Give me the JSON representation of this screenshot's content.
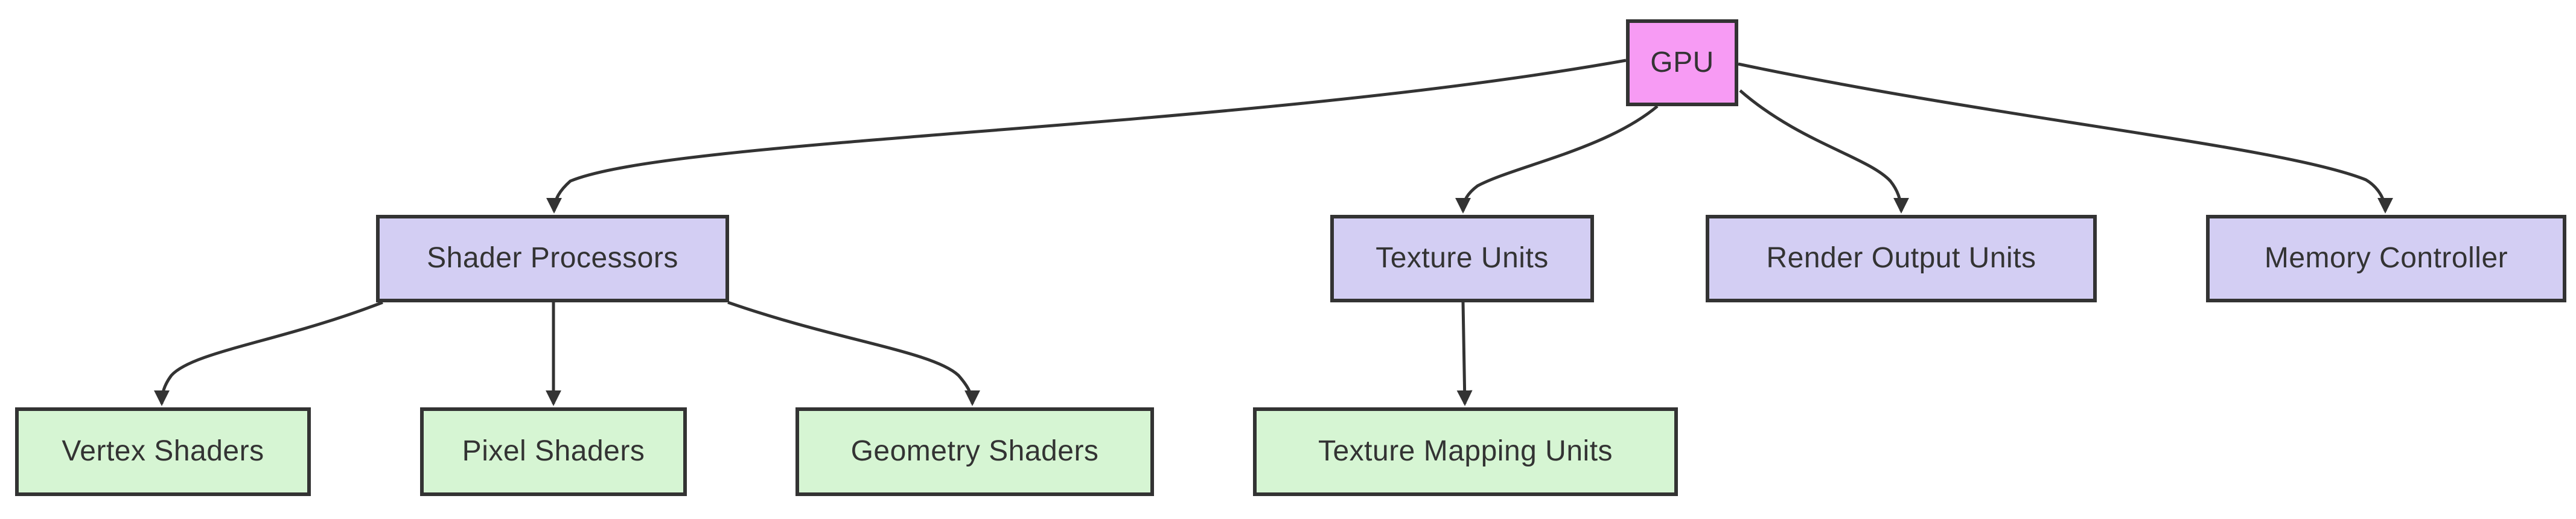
{
  "diagram": {
    "type": "flowchart",
    "direction": "top-down",
    "nodes": [
      {
        "id": "gpu",
        "label": "GPU",
        "level": "root",
        "fill": "#f79bf4"
      },
      {
        "id": "shader-processors",
        "label": "Shader Processors",
        "level": "mid",
        "fill": "#d3cef3"
      },
      {
        "id": "texture-units",
        "label": "Texture Units",
        "level": "mid",
        "fill": "#d3cef3"
      },
      {
        "id": "render-output-units",
        "label": "Render Output Units",
        "level": "mid",
        "fill": "#d3cef3"
      },
      {
        "id": "memory-controller",
        "label": "Memory Controller",
        "level": "mid",
        "fill": "#d3cef3"
      },
      {
        "id": "vertex-shaders",
        "label": "Vertex Shaders",
        "level": "leaf",
        "fill": "#d6f5d3"
      },
      {
        "id": "pixel-shaders",
        "label": "Pixel Shaders",
        "level": "leaf",
        "fill": "#d6f5d3"
      },
      {
        "id": "geometry-shaders",
        "label": "Geometry Shaders",
        "level": "leaf",
        "fill": "#d6f5d3"
      },
      {
        "id": "texture-mapping-units",
        "label": "Texture Mapping Units",
        "level": "leaf",
        "fill": "#d6f5d3"
      }
    ],
    "edges": [
      {
        "from": "GPU",
        "to": "Shader Processors"
      },
      {
        "from": "GPU",
        "to": "Texture Units"
      },
      {
        "from": "GPU",
        "to": "Render Output Units"
      },
      {
        "from": "GPU",
        "to": "Memory Controller"
      },
      {
        "from": "Shader Processors",
        "to": "Vertex Shaders"
      },
      {
        "from": "Shader Processors",
        "to": "Pixel Shaders"
      },
      {
        "from": "Shader Processors",
        "to": "Geometry Shaders"
      },
      {
        "from": "Texture Units",
        "to": "Texture Mapping Units"
      }
    ],
    "colors": {
      "background": "#ffffff",
      "node_border": "#333333",
      "edge_stroke": "#333333",
      "text": "#333333",
      "root_fill": "#f79bf4",
      "branch_fill": "#d3cef3",
      "leaf_fill": "#d6f5d3"
    }
  }
}
